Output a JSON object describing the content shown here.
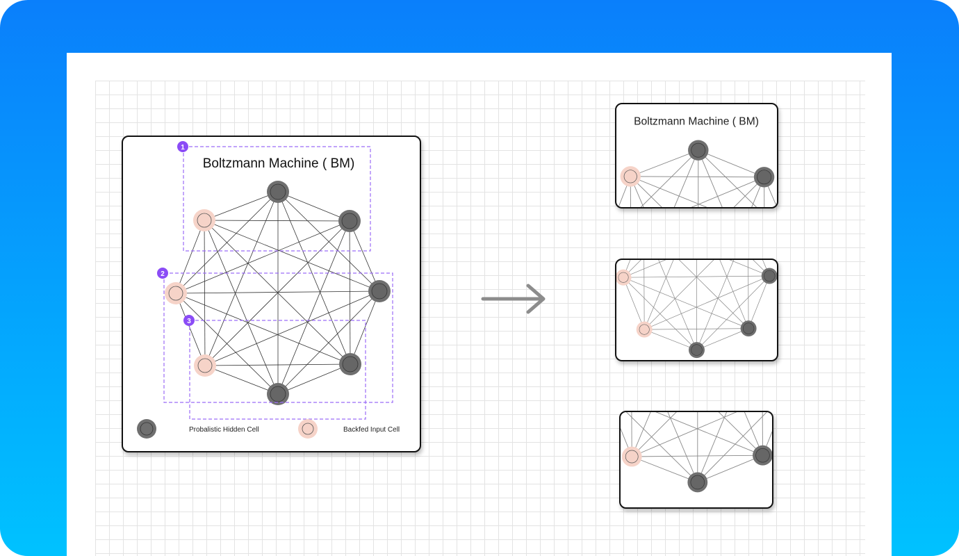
{
  "diagram": {
    "title": "Boltzmann Machine (   BM)",
    "nodes": [
      "hidden",
      "input",
      "hidden",
      "input",
      "hidden",
      "input",
      "hidden",
      "hidden"
    ],
    "legend": {
      "hidden_label": "Probalistic Hidden Cell",
      "input_label": "Backfed Input Cell"
    },
    "regions": [
      {
        "label": "1"
      },
      {
        "label": "2"
      },
      {
        "label": "3"
      }
    ]
  },
  "crops": [
    {
      "title": "Boltzmann Machine (   BM)"
    }
  ],
  "colors": {
    "hidden": "#6f6f6f",
    "hidden_ring": "#8a8a8a",
    "input": "#f6d3c8",
    "accent": "#8b4cf6",
    "edge": "#333333"
  }
}
